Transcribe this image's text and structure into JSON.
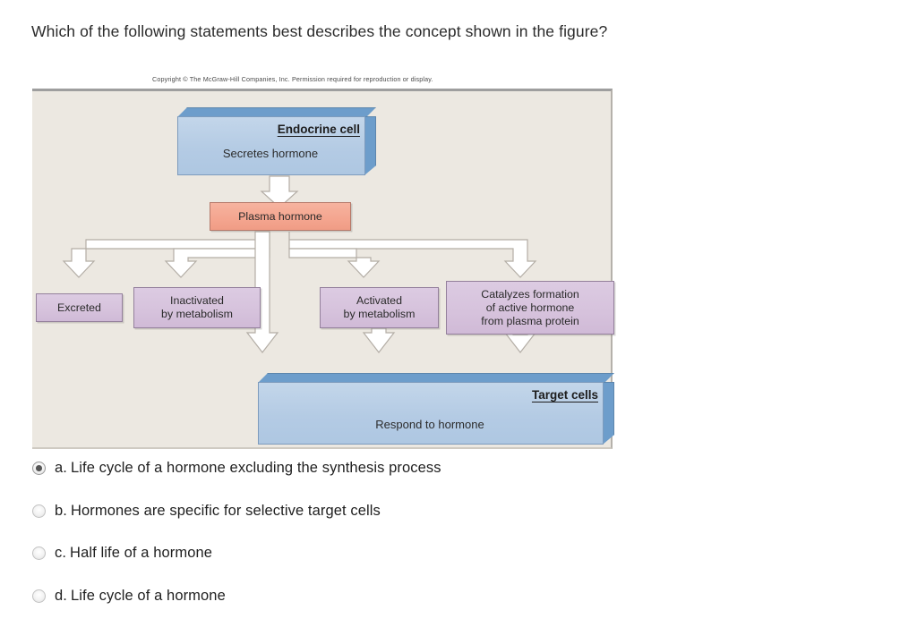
{
  "question": {
    "text": "Which of the following statements best describes the concept shown in the figure?"
  },
  "figure": {
    "credit": "Copyright © The McGraw-Hill Companies, Inc. Permission required for reproduction or display.",
    "colors": {
      "background": "#ece8e1",
      "blue_face": "#b4cbe4",
      "blue_edge": "#6d9dcb",
      "salmon": "#f4a58f",
      "purple": "#d6c2dc",
      "arrow_fill": "#ffffff",
      "arrow_stroke": "#b0aaa2"
    },
    "nodes": {
      "endocrine_cell": {
        "title": "Endocrine cell",
        "subtitle": "Secretes hormone"
      },
      "plasma_hormone": {
        "label": "Plasma hormone"
      },
      "fates": [
        {
          "label": "Excreted"
        },
        {
          "label": "Inactivated\nby metabolism",
          "line1": "Inactivated",
          "line2": "by metabolism"
        },
        {
          "label": "Activated\nby metabolism",
          "line1": "Activated",
          "line2": "by metabolism"
        },
        {
          "label": "Catalyzes formation of active hormone from plasma protein",
          "line1": "Catalyzes formation",
          "line2": "of active hormone",
          "line3": "from plasma protein"
        }
      ],
      "target_cells": {
        "title": "Target cells",
        "subtitle": "Respond to hormone"
      }
    }
  },
  "options": [
    {
      "letter": "a.",
      "text": "Life cycle of a hormone excluding the synthesis process",
      "selected": true
    },
    {
      "letter": "b.",
      "text": "Hormones are specific for selective target cells",
      "selected": false
    },
    {
      "letter": "c.",
      "text": "Half life of a hormone",
      "selected": false
    },
    {
      "letter": "d.",
      "text": "Life cycle of a hormone",
      "selected": false
    }
  ]
}
